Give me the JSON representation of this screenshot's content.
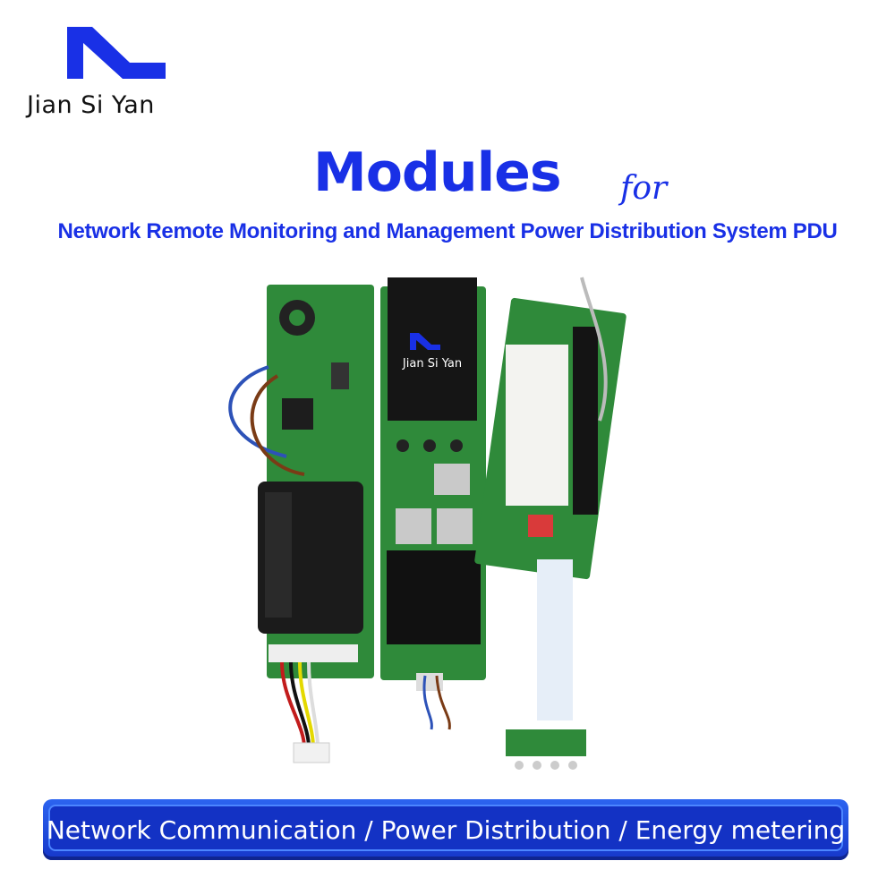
{
  "brand": {
    "name": "Jian Si Yan"
  },
  "heading": {
    "title": "Modules",
    "connector": "for",
    "subtitle": "Network Remote Monitoring and Management Power Distribution System PDU"
  },
  "photo": {
    "screen_logo_text": "Jian Si Yan"
  },
  "banner": {
    "text": "Network Communication / Power Distribution / Energy metering"
  },
  "colors": {
    "accent": "#1930e6",
    "banner": "#1637c9",
    "pcb_green": "#2f8a3a"
  }
}
